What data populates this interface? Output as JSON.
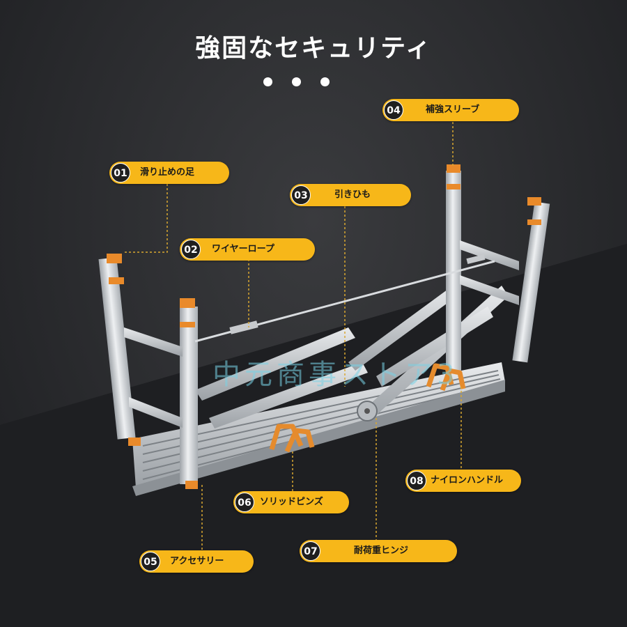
{
  "title": "強固なセキュリティ",
  "watermark": "中元商事ストア3",
  "accent_color": "#f7b719",
  "labels": [
    {
      "num": "01",
      "text": "滑り止めの足"
    },
    {
      "num": "02",
      "text": "ワイヤーロープ"
    },
    {
      "num": "03",
      "text": "引きひも"
    },
    {
      "num": "04",
      "text": "補強スリーブ"
    },
    {
      "num": "05",
      "text": "アクセサリー"
    },
    {
      "num": "06",
      "text": "ソリッドピンズ"
    },
    {
      "num": "07",
      "text": "耐荷重ヒンジ"
    },
    {
      "num": "08",
      "text": "ナイロンハンドル"
    }
  ]
}
